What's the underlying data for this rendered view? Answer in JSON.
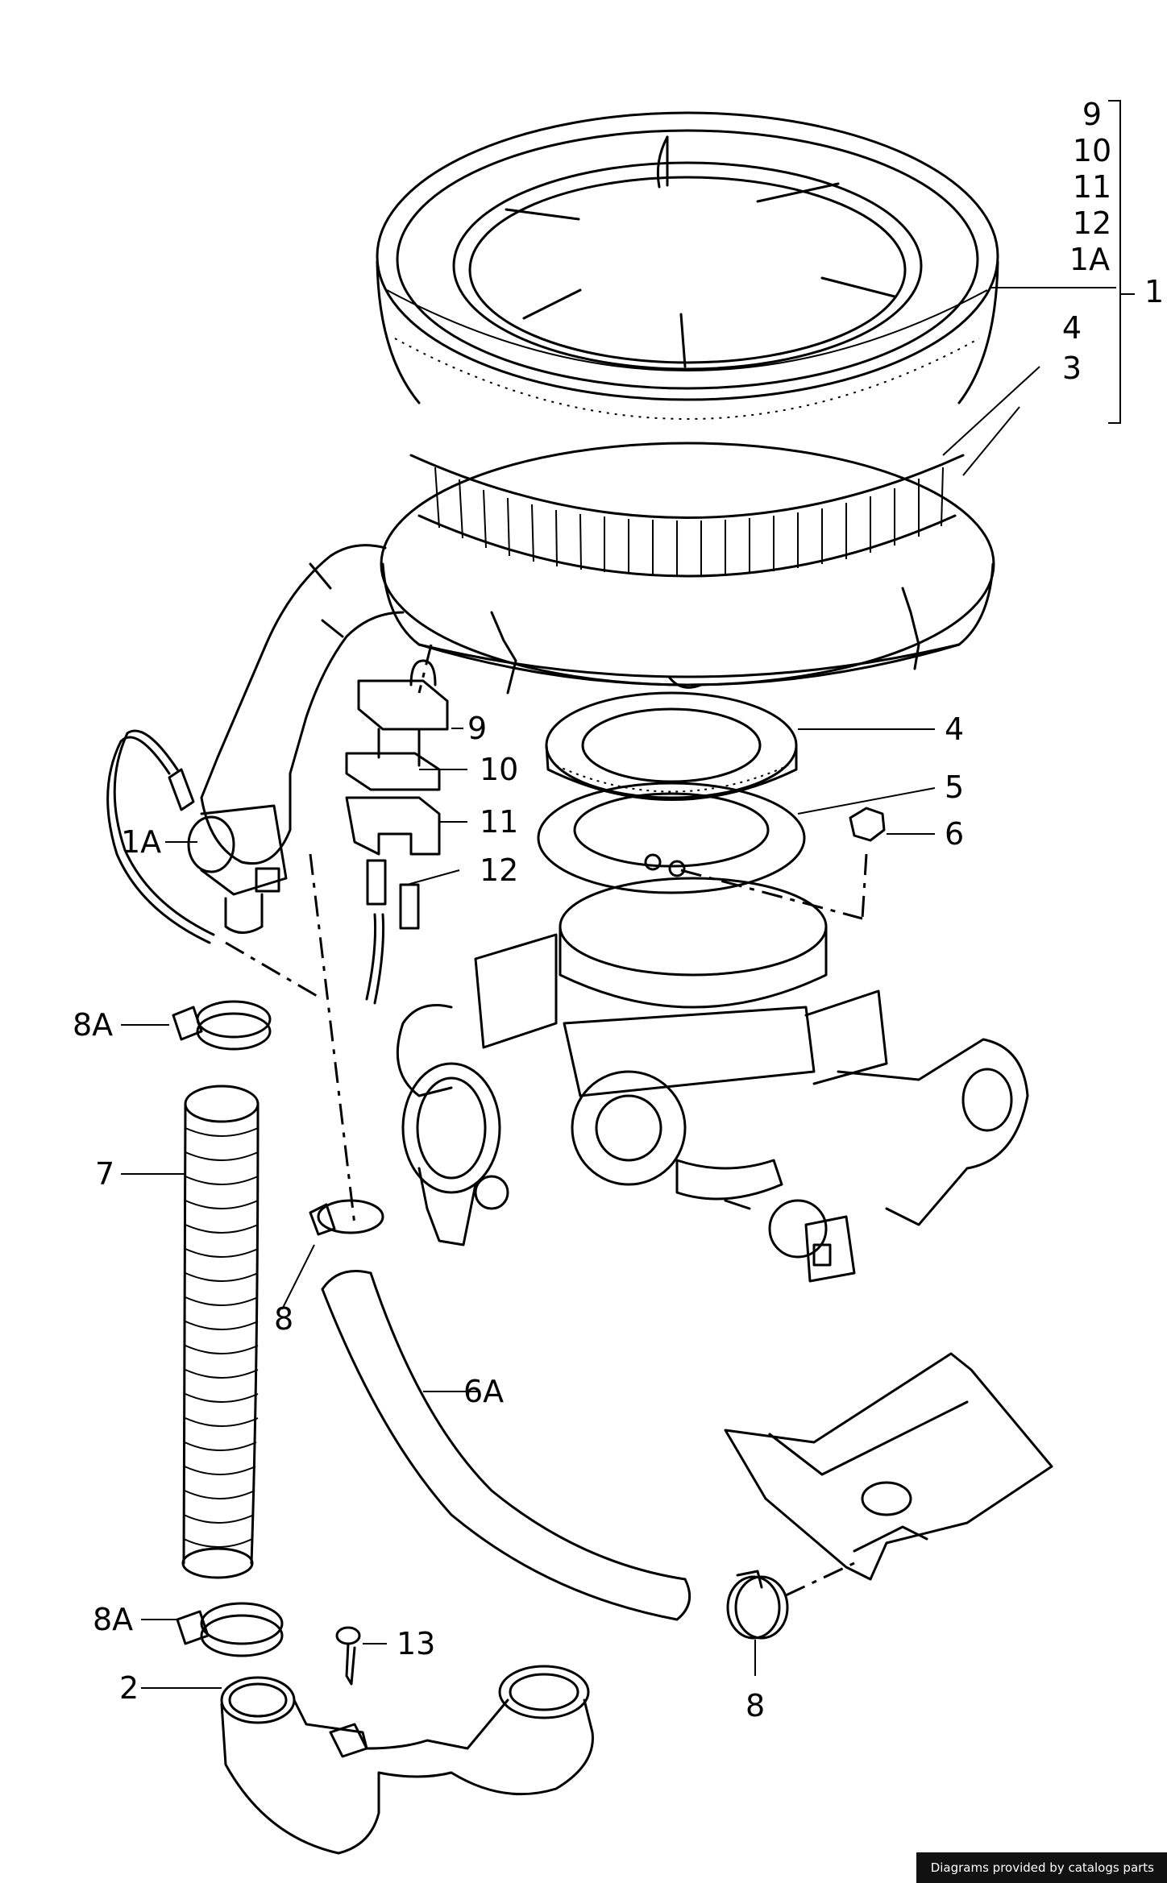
{
  "callouts": {
    "c9": "9",
    "c10": "10",
    "c11": "11",
    "c12": "12",
    "c1A_top": "1A",
    "c1": "1",
    "c4_top": "4",
    "c3": "3",
    "c9b": "9",
    "c10b": "10",
    "c11b": "11",
    "c12b": "12",
    "c4": "4",
    "c5": "5",
    "c6": "6",
    "c1A": "1A",
    "c8A_top": "8A",
    "c7": "7",
    "c8_left": "8",
    "c6A": "6A",
    "c8A_bottom": "8A",
    "c13": "13",
    "c2": "2",
    "c8_right": "8"
  },
  "footer": {
    "text": "Diagrams provided by catalogs parts"
  }
}
